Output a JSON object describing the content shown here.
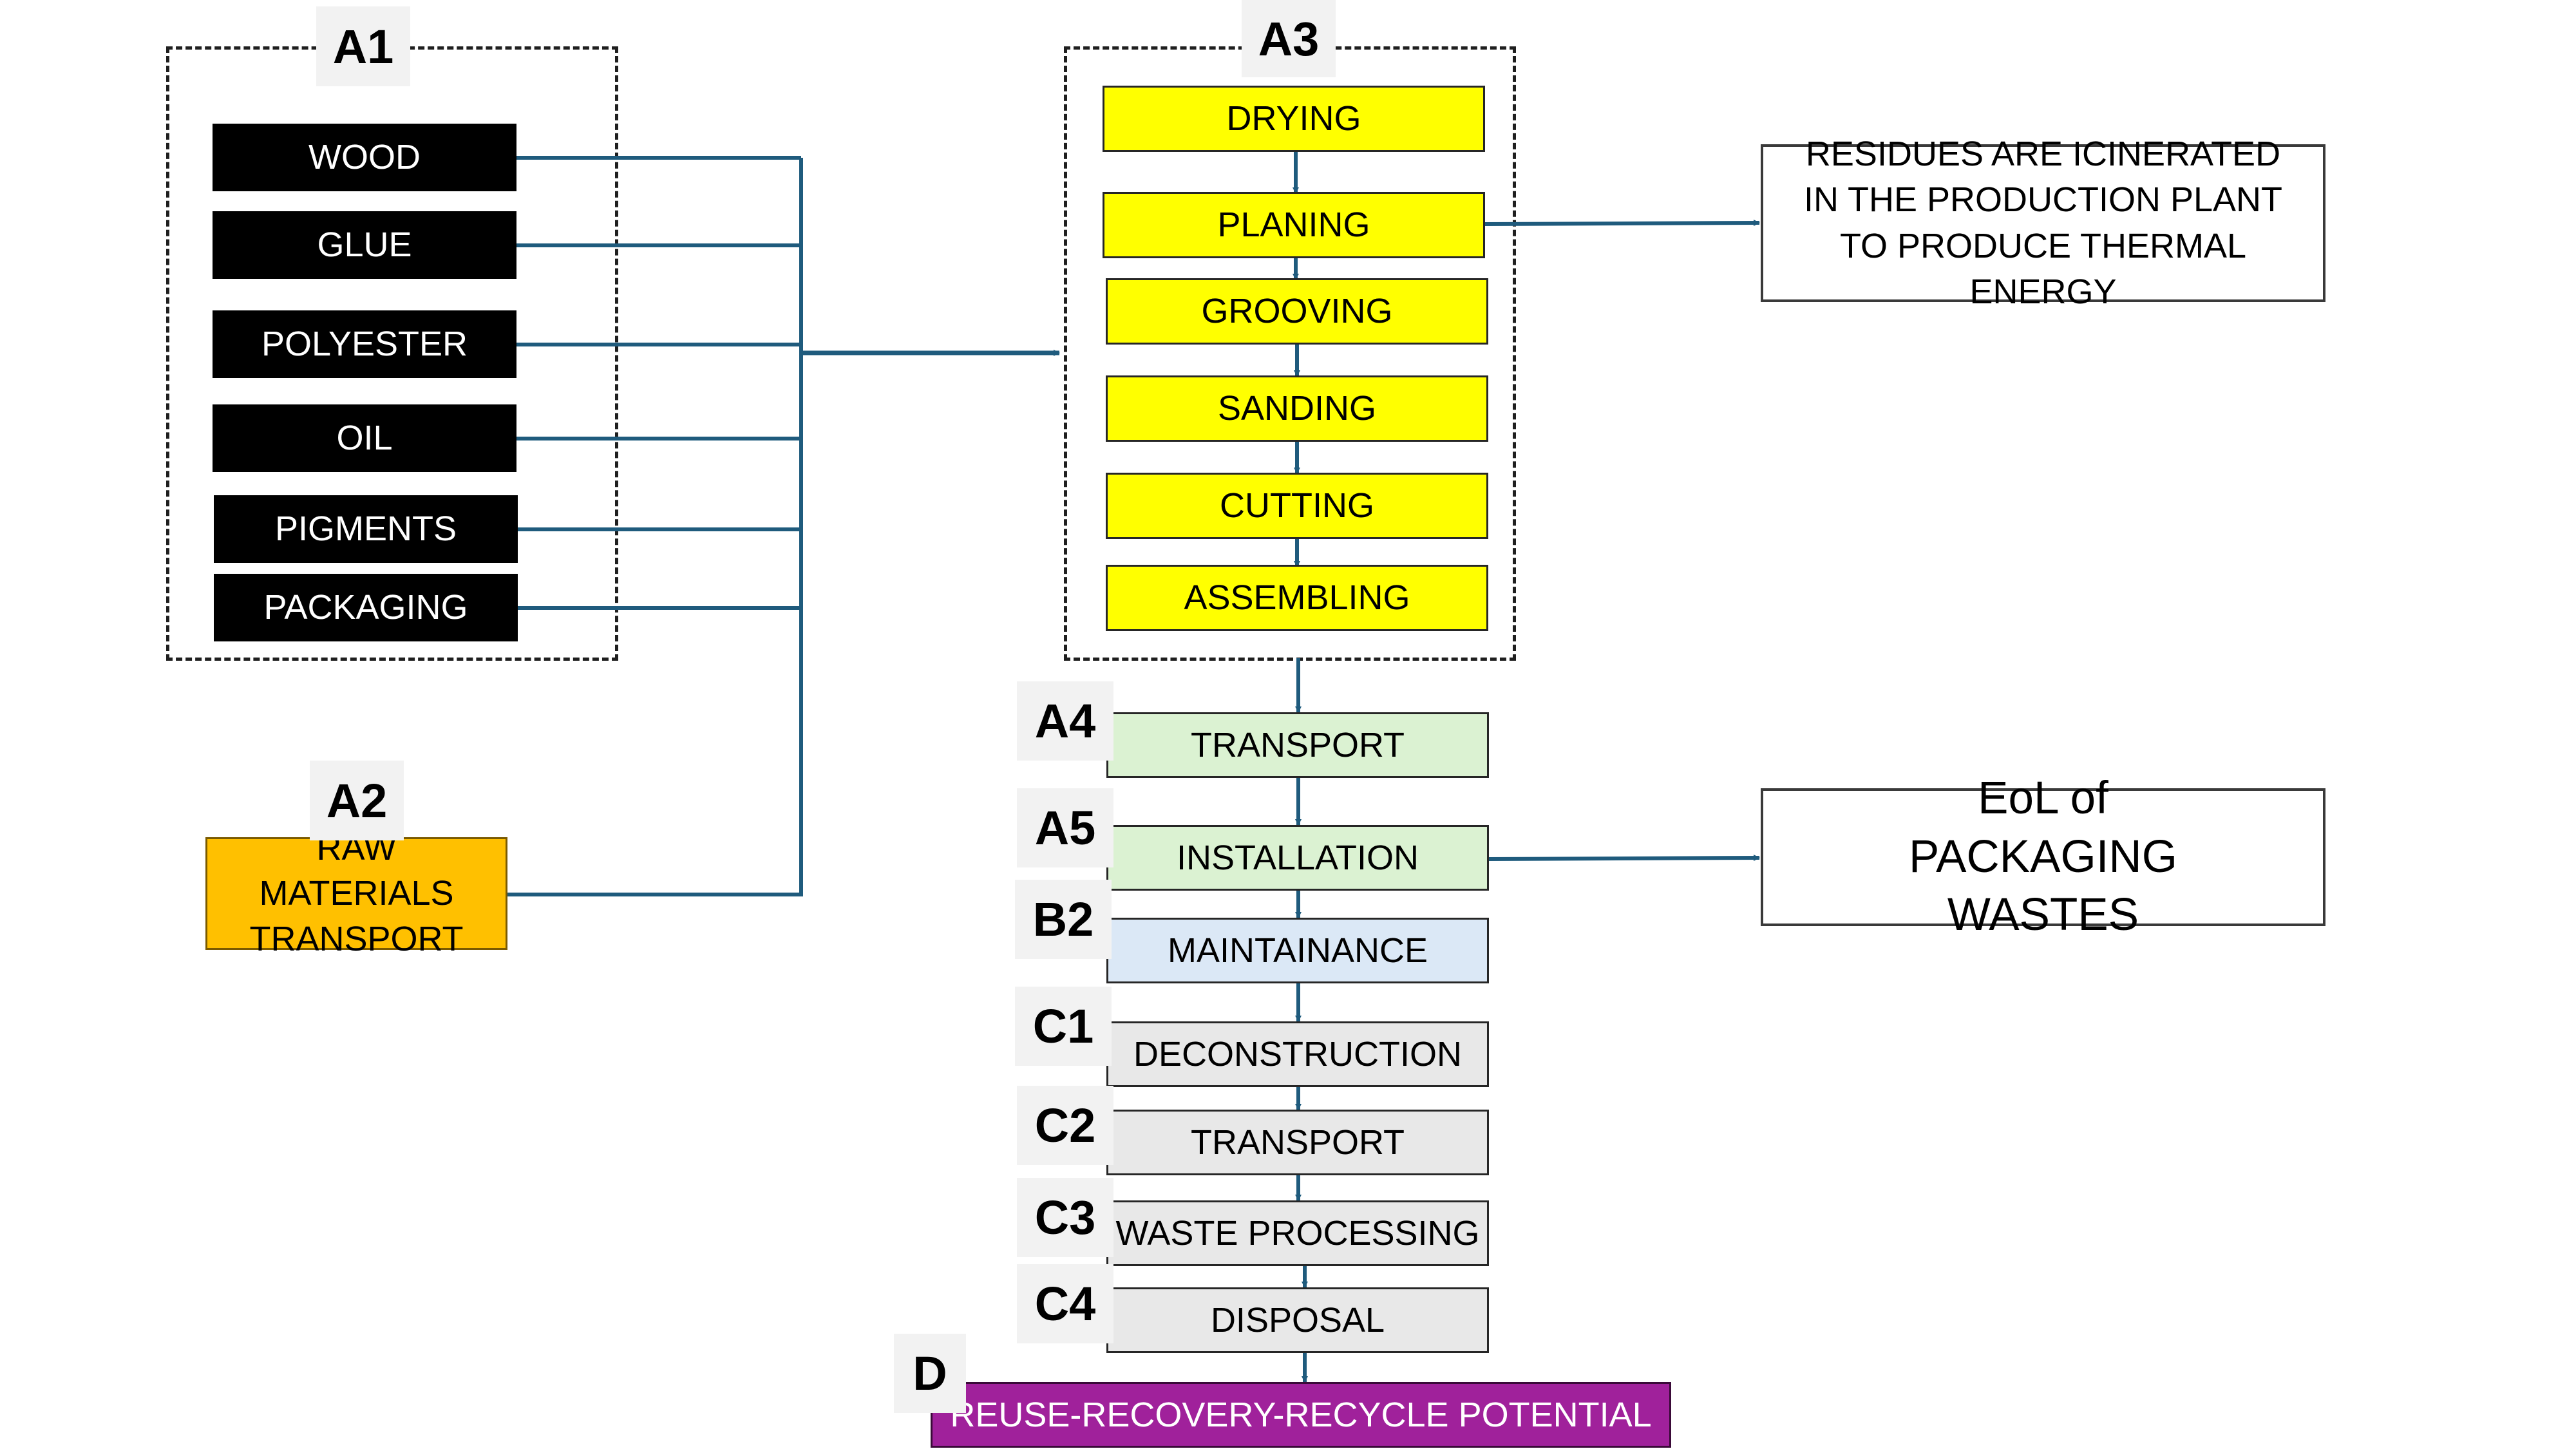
{
  "colors": {
    "connector": "#1f5b7d",
    "a1_input": "#000000",
    "a3_process": "#ffff00",
    "a2_transport": "#ffc000",
    "a4_a5": "#dbf2d2",
    "b2": "#dbe8f6",
    "c_stages": "#e8e8e8",
    "d_stage": "#a0219b"
  },
  "groups": {
    "a1": {
      "tag": "A1",
      "items": [
        "WOOD",
        "GLUE",
        "POLYESTER",
        "OIL",
        "PIGMENTS",
        "PACKAGING"
      ]
    },
    "a2": {
      "tag": "A2",
      "label": "RAW MATERIALS TRANSPORT"
    },
    "a3": {
      "tag": "A3",
      "steps": [
        "DRYING",
        "PLANING",
        "GROOVING",
        "SANDING",
        "CUTTING",
        "ASSEMBLING"
      ]
    }
  },
  "stages": {
    "a4": {
      "tag": "A4",
      "label": "TRANSPORT"
    },
    "a5": {
      "tag": "A5",
      "label": "INSTALLATION"
    },
    "b2": {
      "tag": "B2",
      "label": "MAINTAINANCE"
    },
    "c1": {
      "tag": "C1",
      "label": "DECONSTRUCTION"
    },
    "c2": {
      "tag": "C2",
      "label": "TRANSPORT"
    },
    "c3": {
      "tag": "C3",
      "label": "WASTE PROCESSING"
    },
    "c4": {
      "tag": "C4",
      "label": "DISPOSAL"
    },
    "d": {
      "tag": "D",
      "label": "REUSE-RECOVERY-RECYCLE POTENTIAL"
    }
  },
  "notes": {
    "residues": "RESIDUES ARE ICINERATED IN THE PRODUCTION PLANT TO PRODUCE THERMAL ENERGY",
    "eol_packaging": "EoL of PACKAGING WASTES"
  }
}
